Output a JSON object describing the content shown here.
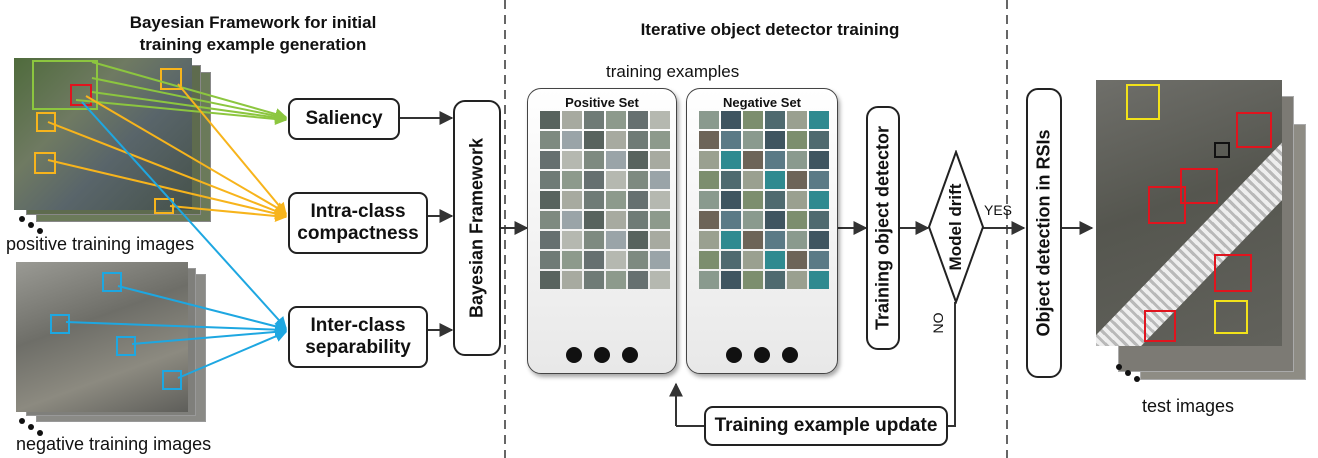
{
  "headers": {
    "bayesian_section": "Bayesian Framework for initial training example generation",
    "iterative_section": "Iterative object detector training",
    "training_examples": "training examples"
  },
  "nodes": {
    "saliency": "Saliency",
    "intra_class": "Intra-class compactness",
    "inter_class": "Inter-class separability",
    "bayesian_framework": "Bayesian Framework",
    "training_detector": "Training object detector",
    "model_drift": "Model drift",
    "object_detection": "Object detection in RSIs",
    "example_update": "Training example update"
  },
  "sets": {
    "positive": "Positive Set",
    "negative": "Negative Set"
  },
  "edge_labels": {
    "yes": "YES",
    "no": "NO"
  },
  "image_captions": {
    "positive": "positive training images",
    "negative": "negative training images",
    "test": "test images"
  },
  "colors": {
    "saliency_arrow": "#8cc63f",
    "compactness_arrow": "#f7b41c",
    "separability_arrow": "#1ea7e1",
    "detection_red": "#e0141e",
    "detection_yellow": "#f2e21a"
  }
}
